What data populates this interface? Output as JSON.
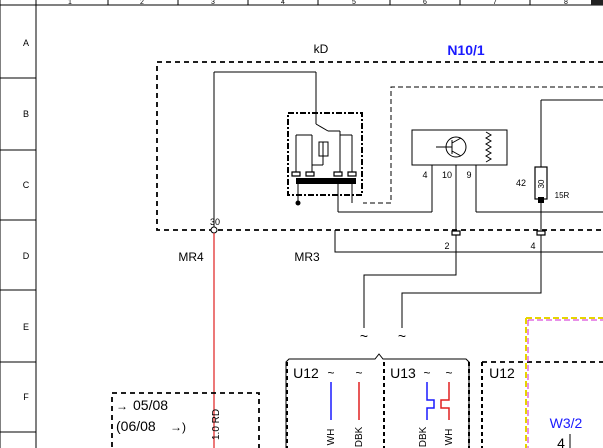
{
  "frame": {
    "column_numbers": [
      "1",
      "2",
      "3",
      "4",
      "5",
      "6",
      "7",
      "8"
    ],
    "row_letters": [
      "A",
      "B",
      "C",
      "D",
      "E",
      "F"
    ]
  },
  "module": {
    "relay_label": "kD",
    "id": "N10/1",
    "pin_30": "30",
    "pin_4": "4",
    "pin_10": "10",
    "pin_9": "9",
    "pin_42": "42",
    "resistor_value": "30",
    "resistor_name": "15R"
  },
  "connectors": {
    "mr4": "MR4",
    "mr3": "MR3",
    "pin_2": "2",
    "pin_4": "4"
  },
  "ground_symbol": "~",
  "units": {
    "u12_left": "U12",
    "u13": "U13",
    "u12_right": "U12",
    "w3_2": "W3/2",
    "w3_2_pin": "4"
  },
  "wires": {
    "wh_1": "WH",
    "dbk_1": "DBK",
    "dbk_2": "DBK",
    "wh_2": "WH",
    "rd": "1.0 RD"
  },
  "note": {
    "line1": "05/08",
    "line2": "(06/08"
  },
  "colors": {
    "line": "#000000",
    "red_wire": "#e02020",
    "blue_wire": "#1a1aff",
    "dark_wire": "#333333",
    "module_id": "#1a1aff",
    "magenta_box": "#d020d0",
    "yellow_box": "#e6d400"
  }
}
